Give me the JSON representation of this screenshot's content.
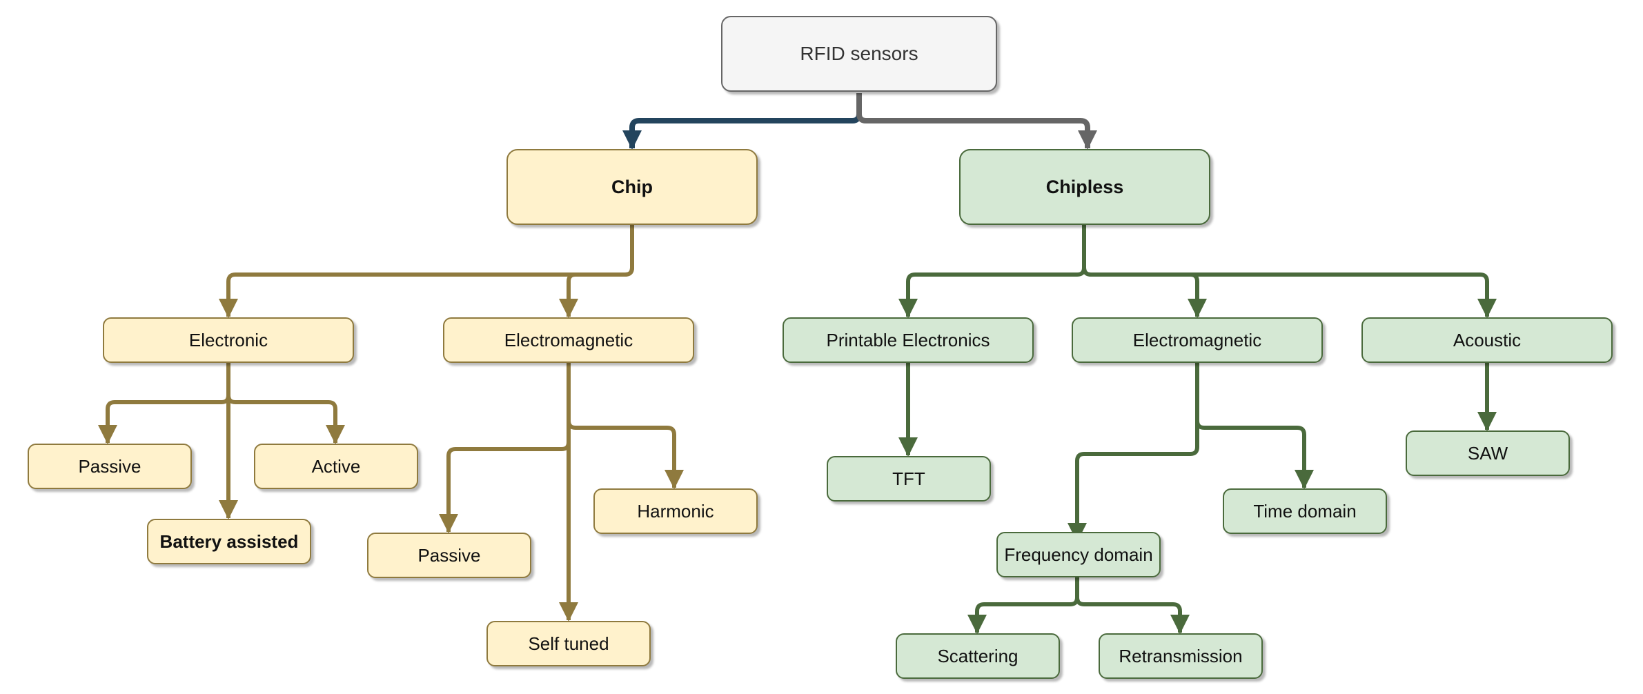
{
  "diagram": {
    "root": "RFID sensors",
    "chip": {
      "label": "Chip",
      "electronic": {
        "label": "Electronic",
        "passive": "Passive",
        "active": "Active",
        "battery_assisted": "Battery assisted"
      },
      "electromagnetic": {
        "label": "Electromagnetic",
        "passive": "Passive",
        "harmonic": "Harmonic",
        "self_tuned": "Self tuned"
      }
    },
    "chipless": {
      "label": "Chipless",
      "printable_electronics": {
        "label": "Printable Electronics",
        "tft": "TFT"
      },
      "electromagnetic": {
        "label": "Electromagnetic",
        "frequency_domain": "Frequency domain",
        "time_domain": "Time domain",
        "scattering": "Scattering",
        "retransmission": "Retransmission"
      },
      "acoustic": {
        "label": "Acoustic",
        "saw": "SAW"
      }
    }
  },
  "colors": {
    "root_fill": "#f5f5f5",
    "root_stroke": "#666666",
    "chip_fill": "#fff2cc",
    "chip_edge": "#8f7a3e",
    "chipless_fill": "#d5e8d4",
    "chipless_edge": "#4a6a3c",
    "root_to_chip_edge": "#23445d",
    "root_to_chipless_edge": "#666666"
  }
}
